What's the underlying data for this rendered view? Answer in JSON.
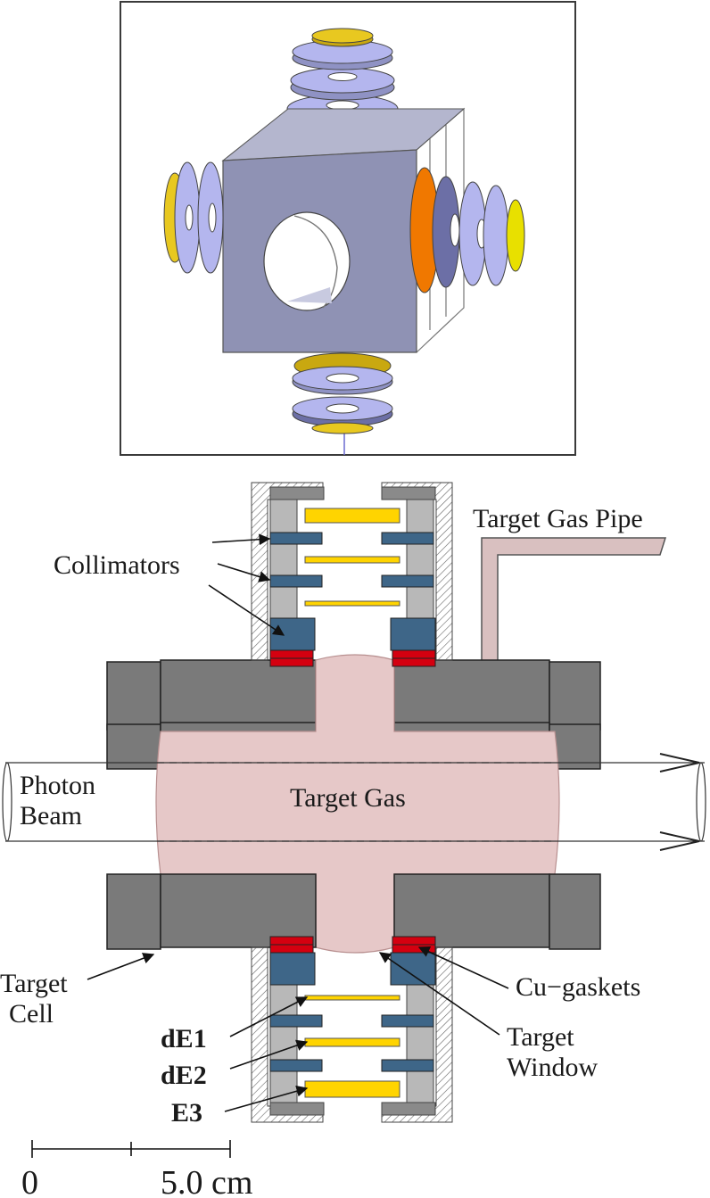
{
  "render3d": {
    "colors": {
      "cube": "#8f92b4",
      "cube_top": "#b4b6ce",
      "ring": "#b4b6ee",
      "ring_dark": "#6c6fa6",
      "gold": "#e8c820",
      "orange": "#f07800"
    }
  },
  "cross_section": {
    "labels": {
      "gas_pipe": "Target Gas Pipe",
      "collimators": "Collimators",
      "photon_beam_line1": "Photon",
      "photon_beam_line2": "Beam",
      "target_gas": "Target Gas",
      "target_cell_line1": "Target",
      "target_cell_line2": "Cell",
      "cu_gaskets": "Cu−gaskets",
      "target_window_line1": "Target",
      "target_window_line2": "Window",
      "de1": "dE1",
      "de2": "dE2",
      "e3": "E3"
    },
    "colors": {
      "steel": "#7a7a7a",
      "gas": "#e6c8c8",
      "collimator": "#3e6688",
      "gasket": "#d40010",
      "detector": "#ffd400",
      "holder": "#b8b8b8",
      "pipe": "#d9c0c0"
    }
  },
  "scale_bar": {
    "zero_label": "0",
    "length_label": "5.0 cm"
  }
}
